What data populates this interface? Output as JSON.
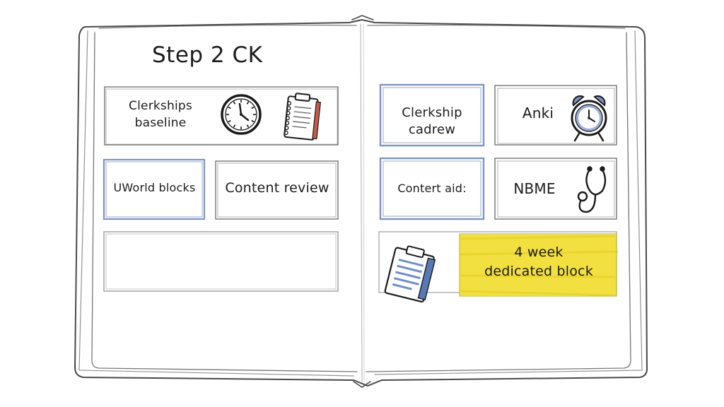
{
  "title": "Step 2 CK",
  "left_page": {
    "cards": [
      {
        "lines": [
          "Clerkships",
          "baseline"
        ],
        "style": "plain",
        "icons": [
          "clock-icon",
          "clipboard-icon"
        ]
      },
      {
        "lines": [
          "UWorld blocks"
        ],
        "style": "blue"
      },
      {
        "lines": [
          "Content review"
        ],
        "style": "plain"
      },
      {
        "lines": [],
        "style": "plain"
      }
    ]
  },
  "right_page": {
    "cards": [
      {
        "lines": [
          "Clerkship",
          "cadrew"
        ],
        "style": "blue"
      },
      {
        "lines": [
          "Anki"
        ],
        "style": "plain",
        "icons": [
          "alarm-clock-icon"
        ]
      },
      {
        "lines": [
          "Contert aid:"
        ],
        "style": "blue"
      },
      {
        "lines": [
          "NBME"
        ],
        "style": "plain",
        "icons": [
          "stethoscope-icon"
        ]
      },
      {
        "lines": [
          "4 week",
          "dedicated block"
        ],
        "style": "highlight",
        "icons": [
          "clipboard-document-icon"
        ]
      }
    ]
  },
  "colors": {
    "ink": "#2a2a2a",
    "blue_accent": "#7d95c4",
    "highlight": "#f2e041",
    "notebook_border": "#555555"
  }
}
